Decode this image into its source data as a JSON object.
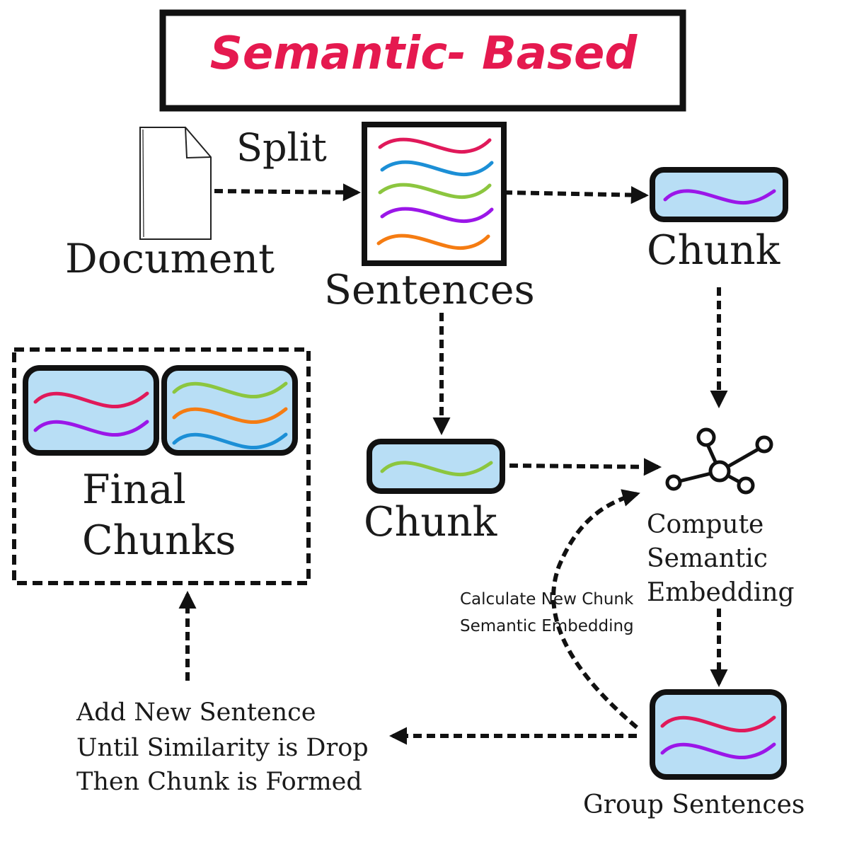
{
  "title": "Semantic- Based",
  "labels": {
    "split": "Split",
    "document": "Document",
    "sentences": "Sentences",
    "chunk_top": "Chunk",
    "chunk_mid": "Chunk",
    "final_line1": "Final",
    "final_line2": "Chunks",
    "compute_line1": "Compute",
    "compute_line2": "Semantic",
    "compute_line3": "Embedding",
    "calc_line1": "Calculate New Chunk",
    "calc_line2": "Semantic Embedding",
    "add_line1": "Add New Sentence",
    "add_line2": "Until Similarity is Drop",
    "add_line3": "Then Chunk is Formed",
    "group": "Group Sentences"
  },
  "colors": {
    "title": "#e5194f",
    "box_fill": "#b8def5",
    "outline": "#111111",
    "red": "#e0195a",
    "blue": "#1c8fd6",
    "green": "#8cc63f",
    "purple": "#9b16e8",
    "orange": "#f57c12"
  },
  "icons": [
    "document-icon",
    "network-icon"
  ]
}
